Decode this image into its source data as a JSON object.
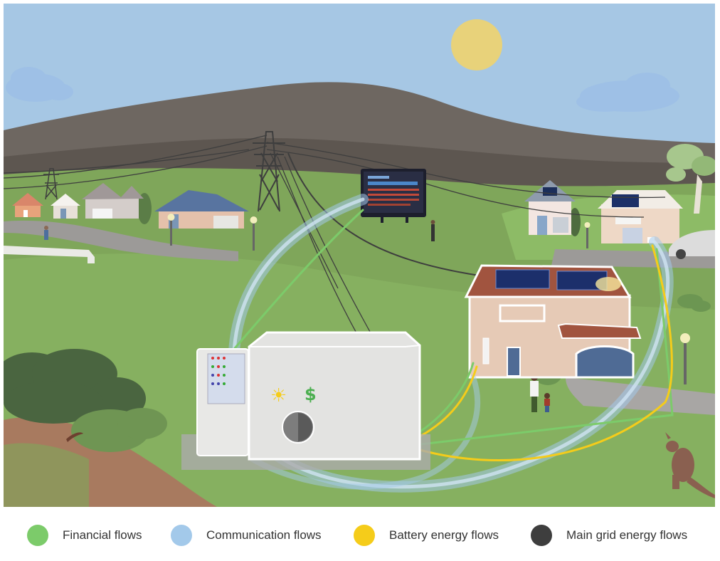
{
  "colors": {
    "financial": "#7ccb6a",
    "communication": "#a3c9ea",
    "battery": "#f5cc1a",
    "grid": "#3e3e3e",
    "sky": "#a6c7e4",
    "grass": "#7fa65a",
    "mountain": "#6e6761",
    "sun": "#e8d27a"
  },
  "legend": [
    {
      "key": "financial",
      "label": "Financial flows"
    },
    {
      "key": "communication",
      "label": "Communication flows"
    },
    {
      "key": "battery",
      "label": "Battery energy flows"
    },
    {
      "key": "grid",
      "label": "Main grid energy flows"
    }
  ],
  "battery_unit": {
    "sun_icon": "sun-icon",
    "money_icon": "dollar-sign",
    "dollar_symbol": "$"
  },
  "icons": [
    "sun-icon",
    "solar-panel-icon",
    "transmission-tower-icon",
    "kangaroo-icon",
    "car-icon",
    "lamp-post-icon"
  ]
}
